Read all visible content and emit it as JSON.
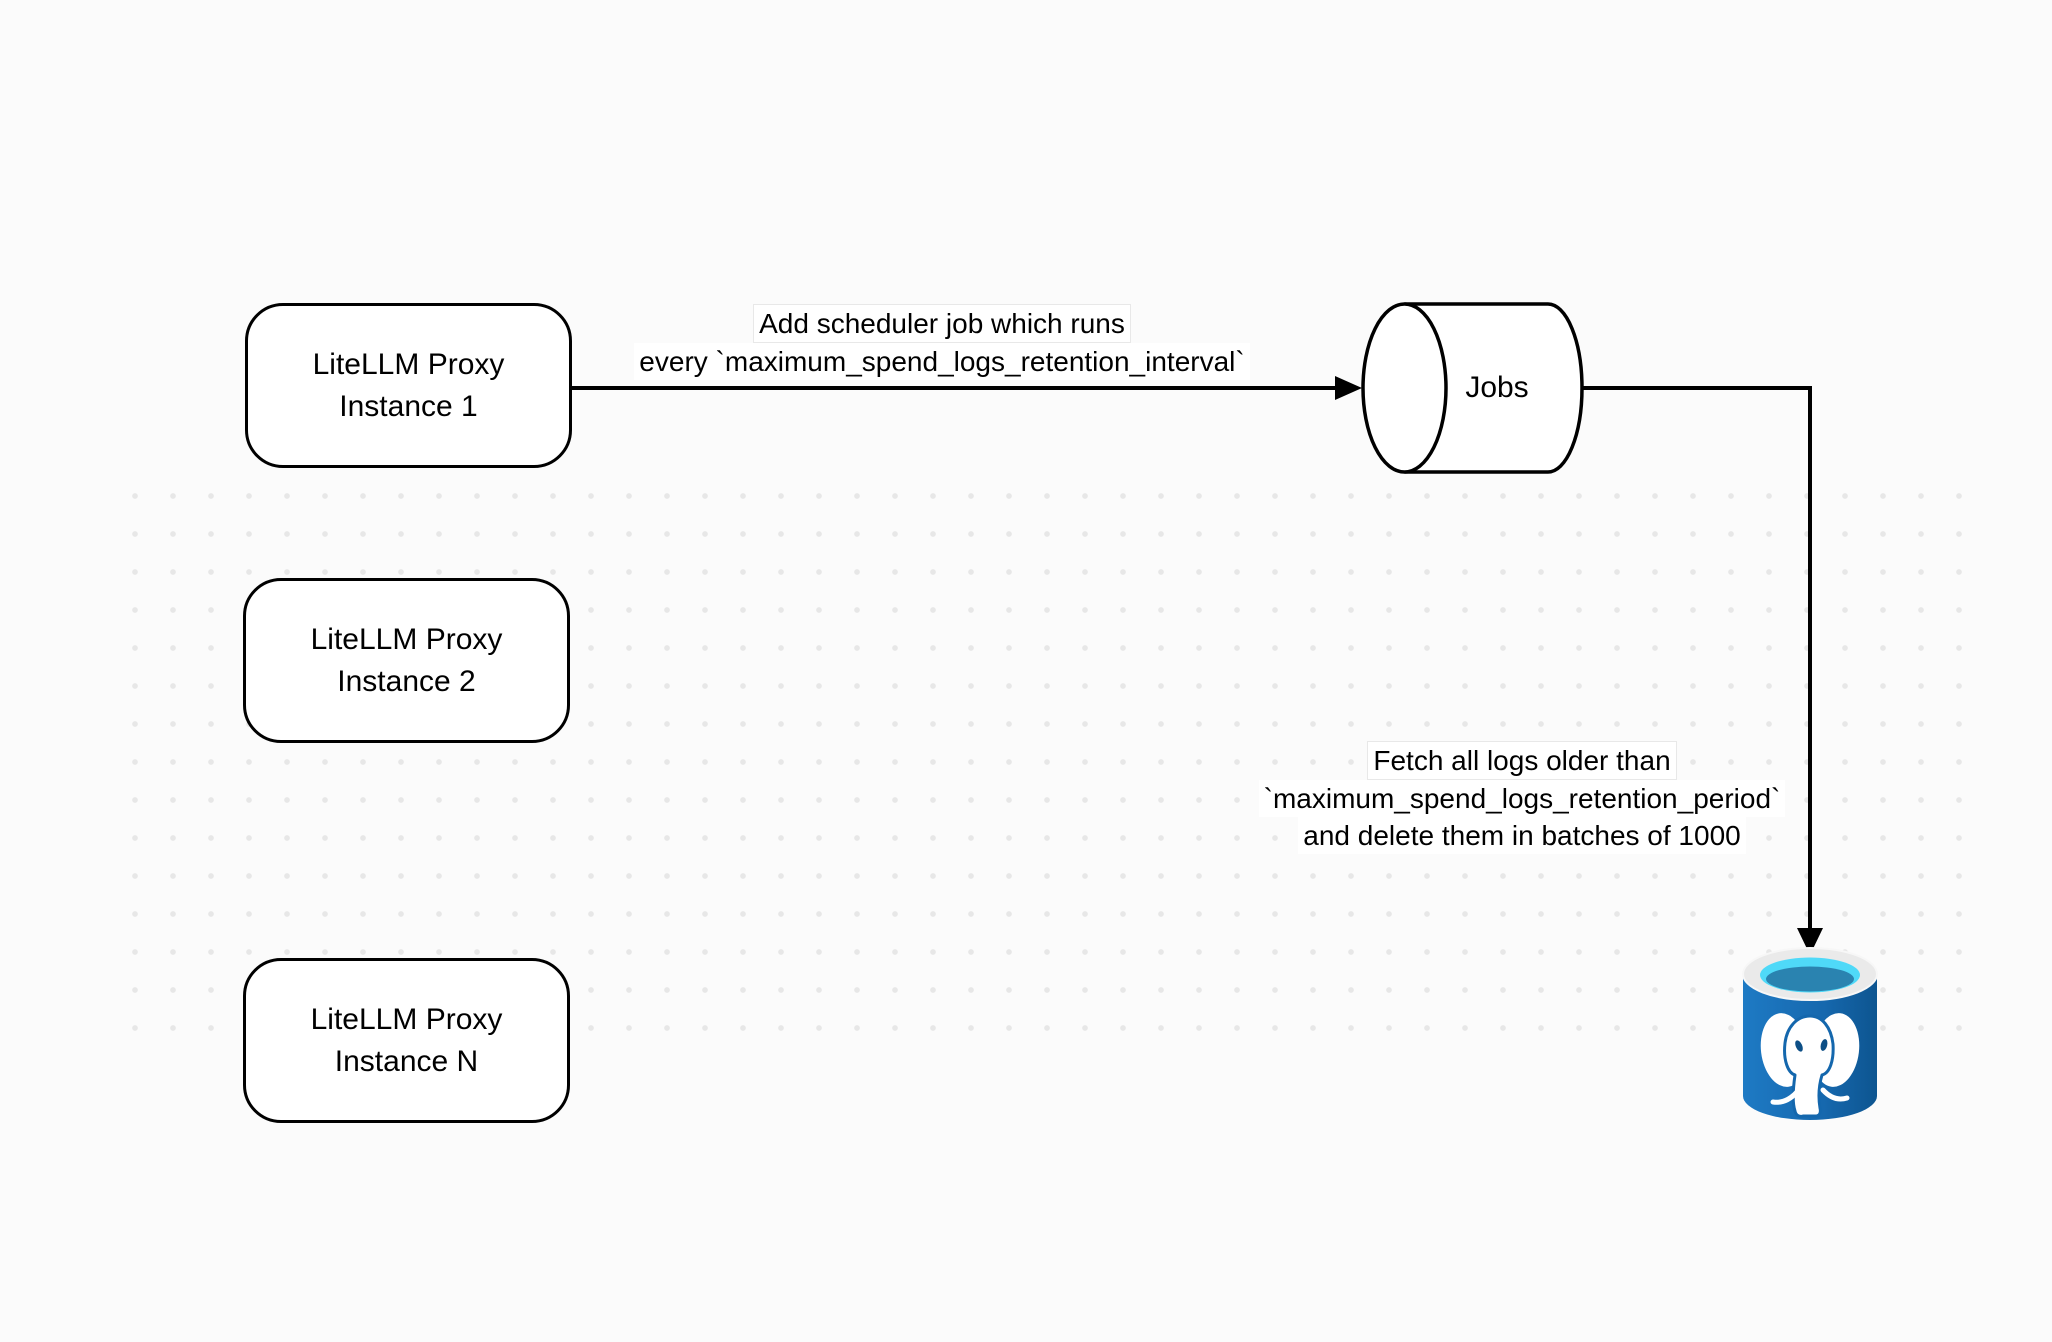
{
  "diagram": {
    "background_color": "#fbfbfb",
    "dot_grid_color": "#e7e7e7",
    "stroke_color": "#000000",
    "node_fill": "#ffffff",
    "nodes": {
      "instance1": {
        "lines": [
          "LiteLLM Proxy",
          "Instance 1"
        ]
      },
      "instance2": {
        "lines": [
          "LiteLLM Proxy",
          "Instance 2"
        ]
      },
      "instanceN": {
        "lines": [
          "LiteLLM Proxy",
          "Instance N"
        ]
      },
      "jobs": {
        "label": "Jobs"
      }
    },
    "edges": {
      "scheduler_job": {
        "lines": [
          "Add scheduler job which runs",
          "every `maximum_spend_logs_retention_interval`"
        ]
      },
      "fetch_delete": {
        "lines": [
          "Fetch all logs older than",
          "`maximum_spend_logs_retention_period`",
          "and delete them in batches of 1000"
        ]
      }
    },
    "icons": {
      "postgresql": {
        "name": "postgresql-database-icon",
        "body_blue": "#1668ae",
        "body_blue_light": "#1e7ac4",
        "body_blue_dark": "#0d5590",
        "top_cyan": "#4fd9f8",
        "top_inner_blue": "#2a83b0",
        "rim_gray": "#eaeaea",
        "elephant_color": "#ffffff"
      }
    }
  }
}
